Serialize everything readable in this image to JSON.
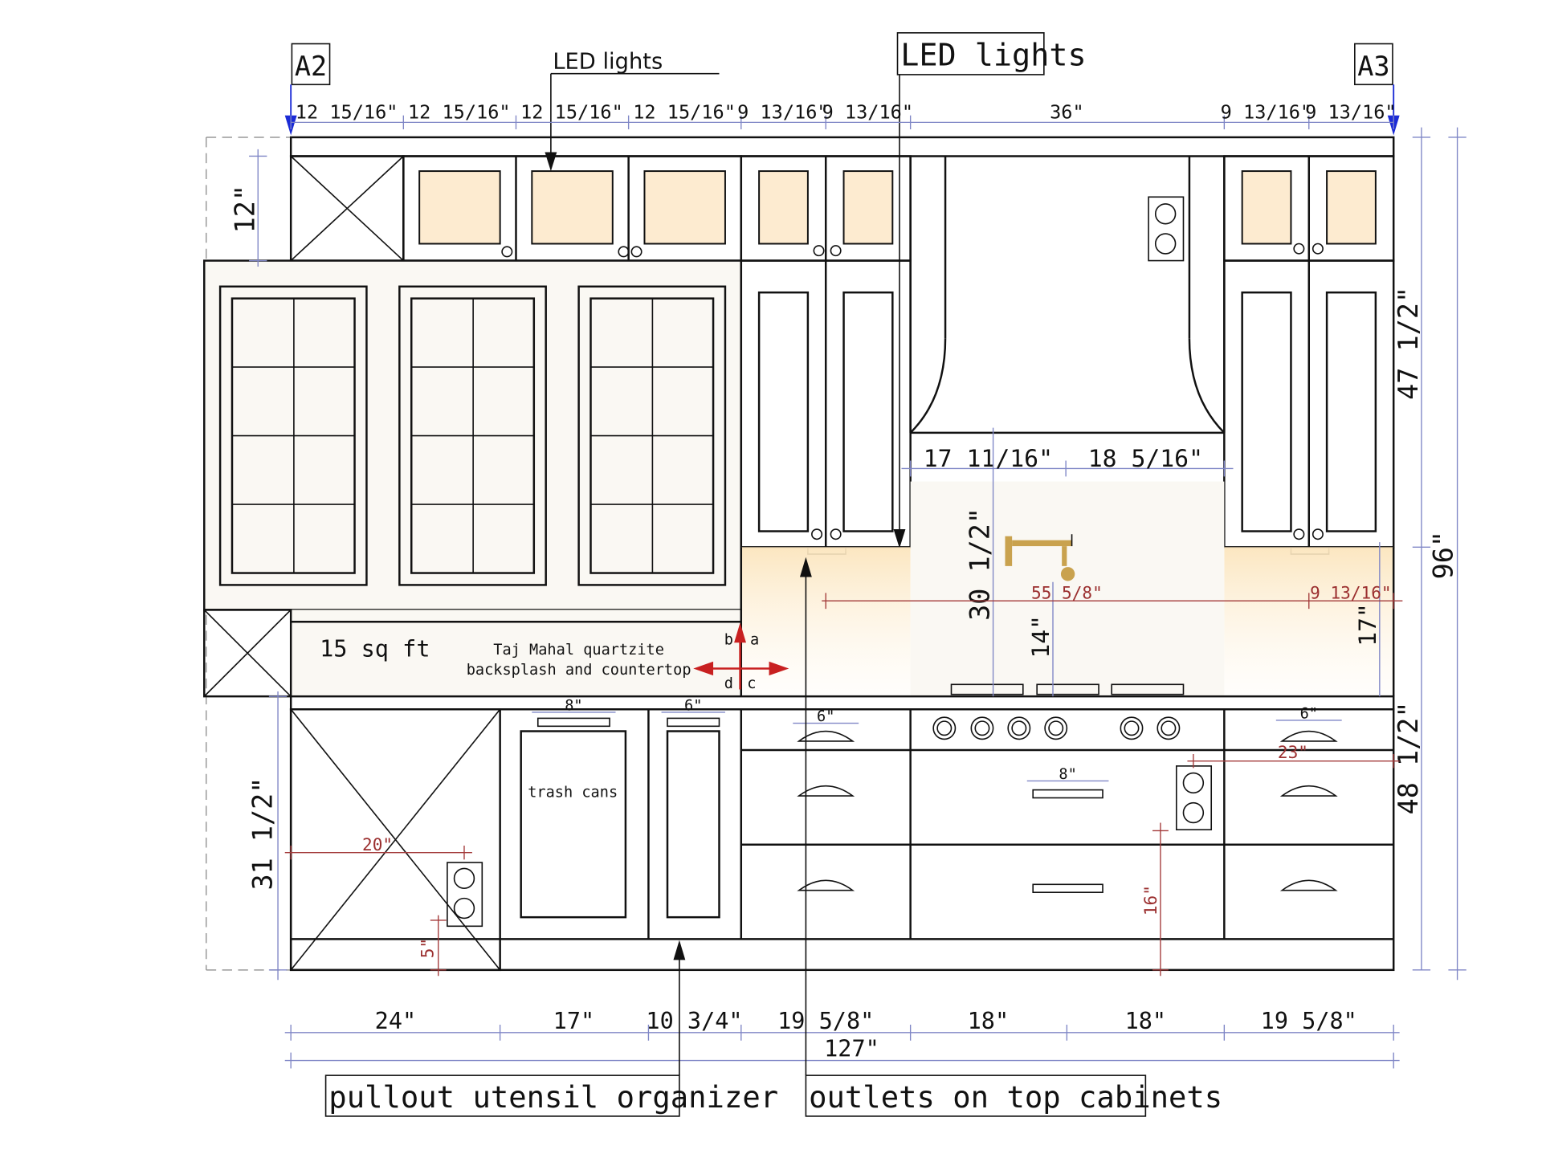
{
  "markers": {
    "left": "A2",
    "right": "A3"
  },
  "callouts": {
    "led_upper": "LED lights",
    "led_box": "LED lights",
    "pullout": "pullout utensil organizer",
    "outlets": "outlets on top cabinets"
  },
  "notes": {
    "area": "15 sq ft",
    "material_line1": "Taj Mahal quartzite",
    "material_line2": "backsplash and countertop",
    "trash": "trash cans",
    "compass": {
      "a": "a",
      "b": "b",
      "c": "c",
      "d": "d"
    }
  },
  "top_dimensions": [
    "12 15/16\"",
    "12 15/16\"",
    "12 15/16\"",
    "12 15/16\"",
    "9 13/16\"",
    "9 13/16\"",
    "36\"",
    "9 13/16\"",
    "9 13/16\""
  ],
  "bottom_dimensions": [
    "24\"",
    "17\"",
    "10 3/4\"",
    "19 5/8\"",
    "18\"",
    "18\"",
    "19 5/8\""
  ],
  "overall_width": "127\"",
  "vertical_dimensions": {
    "upper_cab": "12\"",
    "wall_section": "47 1/2\"",
    "total_height": "96\"",
    "base_section": "48 1/2\"",
    "base_left": "31 1/2\"",
    "splash_height": "30 1/2\"",
    "faucet_height": "14\"",
    "splash_17": "17\""
  },
  "hood_dimensions": {
    "left": "17 11/16\"",
    "right": "18 5/16\""
  },
  "red_dimensions": {
    "span": "55 5/8\"",
    "right_offset": "9 13/16\"",
    "outlet_left": "20\"",
    "outlet_low": "5\"",
    "outlet_right": "23\"",
    "outlet_right_height": "16\""
  },
  "pulls": {
    "trash": "8\"",
    "utensil": "6\"",
    "drawer_left": "6\"",
    "range": "8\"",
    "drawer_right": "6\""
  }
}
